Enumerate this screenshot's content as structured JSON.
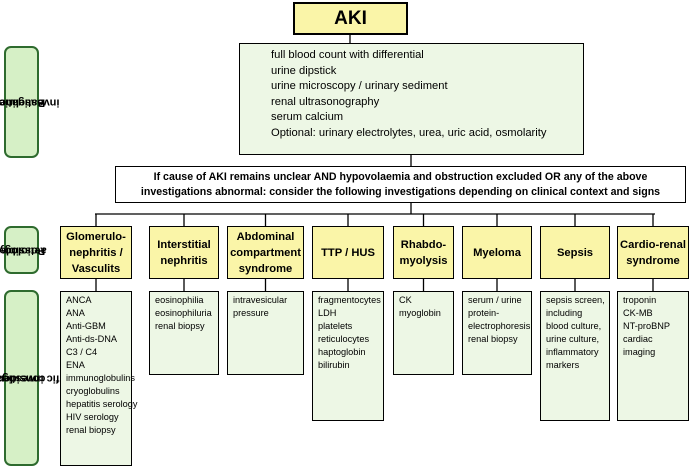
{
  "title": "AKI",
  "side_labels": {
    "baseline": [
      "Baseline",
      "investigations"
    ],
    "aetiology": [
      "Possible",
      "aetiology"
    ],
    "specific": [
      "Specific investigations to",
      "consider"
    ]
  },
  "baseline_items": [
    "full blood count with differential",
    "urine dipstick",
    "urine microscopy / urinary sediment",
    "renal ultrasonography",
    "serum calcium",
    "Optional: urinary electrolytes, urea, uric acid, osmolarity"
  ],
  "condition": [
    "If cause of AKI remains unclear  AND  hypovolaemia and obstruction excluded  OR  any of the above",
    "investigations abnormal:   consider the following investigations depending on clinical context and signs"
  ],
  "columns": [
    {
      "aetiology": [
        "Glomerulo-",
        "nephritis /",
        "Vasculits"
      ],
      "investigations": [
        "ANCA",
        "ANA",
        "Anti-GBM",
        "Anti-ds-DNA",
        "C3 / C4",
        "ENA",
        "immunoglobulins",
        "cryoglobulins",
        "hepatitis serology",
        "HIV serology",
        "renal biopsy"
      ]
    },
    {
      "aetiology": [
        "Interstitial",
        "nephritis"
      ],
      "investigations": [
        "eosinophilia",
        "eosinophiluria",
        "renal biopsy"
      ]
    },
    {
      "aetiology": [
        "Abdominal",
        "compartment",
        "syndrome"
      ],
      "investigations": [
        "intravesicular",
        "pressure"
      ]
    },
    {
      "aetiology": [
        "TTP / HUS"
      ],
      "investigations": [
        "fragmentocytes",
        "LDH",
        "platelets",
        "reticulocytes",
        "haptoglobin",
        "bilirubin"
      ]
    },
    {
      "aetiology": [
        "Rhabdo-",
        "myolysis"
      ],
      "investigations": [
        "CK",
        "myoglobin"
      ]
    },
    {
      "aetiology": [
        "Myeloma"
      ],
      "investigations": [
        "serum / urine",
        "protein-",
        "electrophoresis",
        "renal biopsy"
      ]
    },
    {
      "aetiology": [
        "Sepsis"
      ],
      "investigations": [
        "sepsis screen,",
        "including",
        "blood culture,",
        "urine culture,",
        "inflammatory",
        "markers"
      ]
    },
    {
      "aetiology": [
        "Cardio-renal",
        "syndrome"
      ],
      "investigations": [
        "troponin",
        "CK-MB",
        "NT-proBNP",
        "cardiac",
        "imaging"
      ]
    }
  ]
}
